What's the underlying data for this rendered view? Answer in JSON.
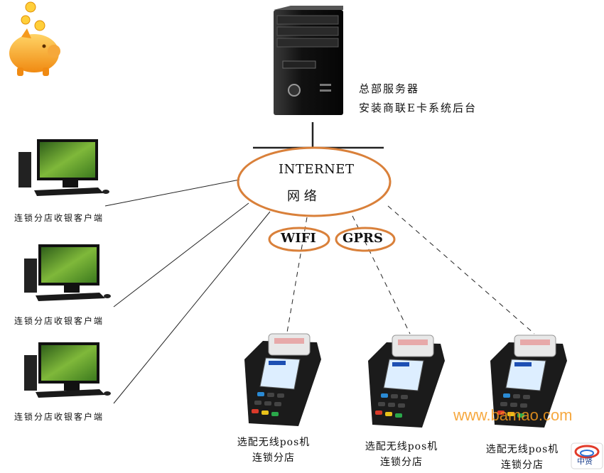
{
  "server": {
    "line1": "总部服务器",
    "line2": "安装商联E卡系统后台"
  },
  "network": {
    "line1": "INTERNET",
    "line2": "网 络"
  },
  "links": {
    "wifi": "WIFI",
    "gprs": "GPRS"
  },
  "clients": [
    {
      "label": "连锁分店收银客户端"
    },
    {
      "label": "连锁分店收银客户端"
    },
    {
      "label": "连锁分店收银客户端"
    }
  ],
  "pos_terminals": [
    {
      "line1": "选配无线pos机",
      "line2": "连锁分店"
    },
    {
      "line1": "选配无线pos机",
      "line2": "连锁分店"
    },
    {
      "line1": "选配无线pos机",
      "line2": "连锁分店"
    }
  ],
  "watermark": {
    "text": "www.bamao.com",
    "badge": "中贤"
  },
  "colors": {
    "ellipse": "#d9803a",
    "line": "#222222"
  }
}
